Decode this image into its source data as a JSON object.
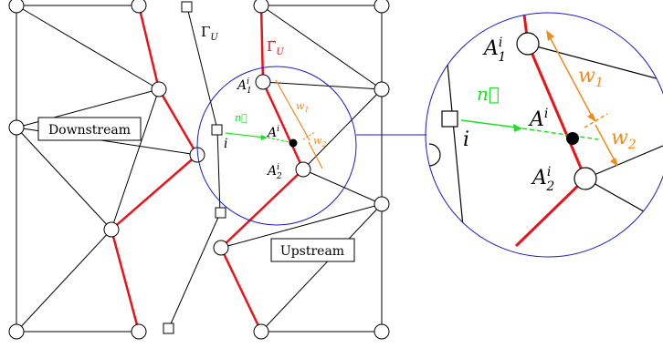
{
  "labels": {
    "downstream": "Downstream",
    "upstream": "Upstream",
    "gamma_u": "Γ",
    "gamma_u_sub": "U",
    "gamma_tilde": "Γ̃",
    "gamma_tilde_sub": "U",
    "A": "A",
    "A_sup": "i",
    "A1_sub": "1",
    "A2_sub": "2",
    "i": "i",
    "n": "n⃗",
    "w1": "w",
    "w1_sub": "1",
    "w2": "w",
    "w2_sub": "2"
  },
  "colors": {
    "black": "#000000",
    "red": "#e8141a",
    "blue": "#1a1acc",
    "green": "#22dd22",
    "orange": "#f08a1c"
  }
}
